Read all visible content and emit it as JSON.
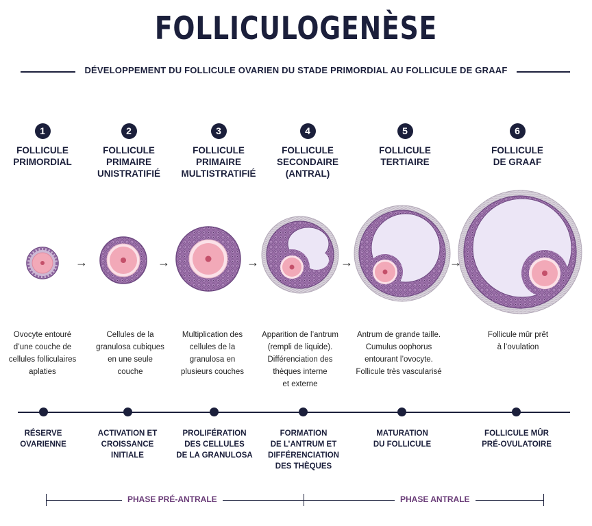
{
  "title": "FOLLICULOGENÈSE",
  "subtitle": "DÉVELOPPEMENT DU FOLLICULE OVARIEN DU STADE PRIMORDIAL AU FOLLICULE DE GRAAF",
  "stages": [
    {
      "number": "1",
      "name": "FOLLICULE\nPRIMORDIAL",
      "description": "Ovocyte entouré\nd’une couche de\ncellules folliculaires\naplaties",
      "timeline": "RÉSERVE\nOVARIENNE"
    },
    {
      "number": "2",
      "name": "FOLLICULE\nPRIMAIRE\nUNISTRATIFIÉ",
      "description": "Cellules de la\ngranulosa cubiques\nen une seule\ncouche",
      "timeline": "ACTIVATION ET\nCROISSANCE\nINITIALE"
    },
    {
      "number": "3",
      "name": "FOLLICULE\nPRIMAIRE\nMULTISTRATIFIÉ",
      "description": "Multiplication des\ncellules de la\ngranulosa en\nplusieurs couches",
      "timeline": "PROLIFÉRATION\nDES CELLULES\nDE LA GRANULOSA"
    },
    {
      "number": "4",
      "name": "FOLLICULE\nSECONDAIRE\n(ANTRAL)",
      "description": "Apparition de l’antrum\n(rempli de liquide).\nDifférenciation des\nthèques interne\net externe",
      "timeline": "FORMATION\nDE L’ANTRUM ET\nDIFFÉRENCIATION\nDES THÈQUES"
    },
    {
      "number": "5",
      "name": "FOLLICULE\nTERTIAIRE",
      "description": "Antrum de grande taille.\nCumulus oophorus\nentourant l’ovocyte.\nFollicule très vascularisé",
      "timeline": "MATURATION\nDU FOLLICULE"
    },
    {
      "number": "6",
      "name": "FOLLICULE\nDE GRAAF",
      "description": "Follicule mûr prêt\nà l’ovulation",
      "timeline": "FOLLICULE MÛR\nPRÉ-OVULATOIRE"
    }
  ],
  "arrow_glyph": "→",
  "phases": {
    "pre_antral": "PHASE PRÉ-ANTRALE",
    "antral": "PHASE ANTRALE"
  },
  "colors": {
    "navy": "#1b1f3b",
    "granulosa": "#9b6fa8",
    "granulosa_dark": "#6f4a82",
    "oocyte": "#f2a9b8",
    "zona": "#fbe1e8",
    "antrum": "#ece6f6",
    "theca": "#d9d4dc",
    "nucleus": "#c4506a",
    "phase_text": "#6a3c78"
  }
}
